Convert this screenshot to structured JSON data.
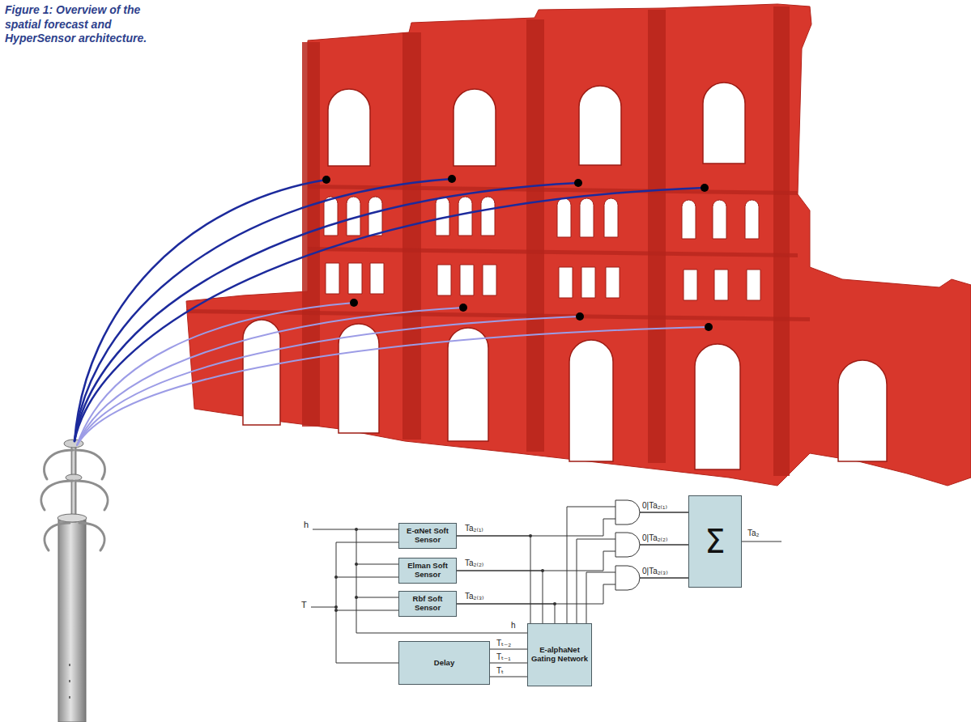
{
  "diagram": {
    "caption": "Figure 1: Overview of the spatial forecast and HyperSensor architecture.",
    "nodes": [
      {
        "text": [
          "E-αNet Soft Sensor"
        ]
      },
      {
        "text": [
          "Elman Soft Sensor"
        ]
      },
      {
        "text": [
          "Rbf Soft Sensor"
        ]
      },
      {
        "text": [
          "Delay"
        ]
      },
      {
        "text": [
          "E-alphaNet Gating Network"
        ]
      },
      {
        "text": [
          "Σ"
        ]
      }
    ],
    "edges": [
      {
        "from": 0,
        "to": 5,
        "arrow": "none",
        "label": "Ta₂₍₁₎"
      },
      {
        "from": 1,
        "to": 5,
        "arrow": "none",
        "label": "Ta₂₍₂₎"
      },
      {
        "from": 2,
        "to": 5,
        "arrow": "none",
        "label": "Ta₂₍₃₎"
      },
      {
        "from": 0,
        "to": 4,
        "arrow": "none"
      },
      {
        "from": 1,
        "to": 4,
        "arrow": "none"
      },
      {
        "from": 2,
        "to": 4,
        "arrow": "none"
      },
      {
        "from": 3,
        "to": 4,
        "arrow": "none",
        "label": "Tₜ₋₂"
      },
      {
        "from": 3,
        "to": 4,
        "arrow": "none",
        "label": "Tₜ₋₁"
      },
      {
        "from": 3,
        "to": 4,
        "arrow": "none",
        "label": "Tₜ"
      }
    ],
    "labels": [
      "h",
      "T",
      "h",
      "0|Ta₂₍₁₎",
      "0|Ta₂₍₂₎",
      "0|Ta₂₍₃₎",
      "Ta₂"
    ]
  }
}
